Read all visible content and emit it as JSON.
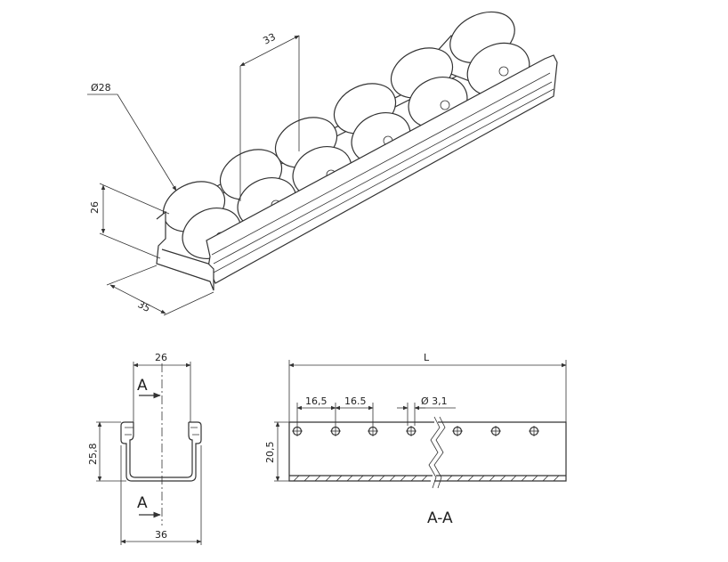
{
  "iso_view": {
    "dim_diameter": "Ø28",
    "dim_pitch": "33",
    "dim_height": "26",
    "dim_width": "35"
  },
  "section_view": {
    "dim_top": "26",
    "dim_bottom": "36",
    "dim_height": "25,8",
    "cut_label_top": "A",
    "cut_label_bottom": "A"
  },
  "side_view": {
    "dim_length": "L",
    "dim_pitch_1": "16,5",
    "dim_pitch_2": "16.5",
    "dim_hole": "Ø 3,1",
    "dim_height": "20,5",
    "title": "A-A"
  }
}
